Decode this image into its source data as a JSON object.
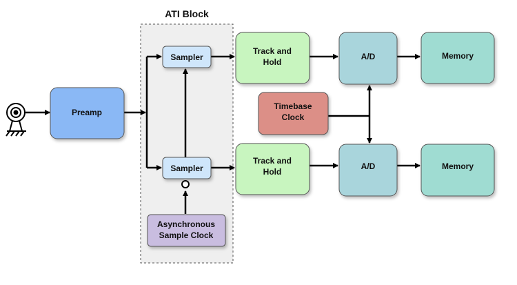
{
  "diagram": {
    "ati_block": {
      "title": "ATI Block"
    },
    "blocks": {
      "preamp": {
        "label": "Preamp",
        "color": "#8ab8f5"
      },
      "sampler_top": {
        "label": "Sampler",
        "color": "#cfe6fb"
      },
      "sampler_bottom": {
        "label": "Sampler",
        "color": "#cfe6fb"
      },
      "async_clock": {
        "line1": "Asynchronous",
        "line2": "Sample Clock",
        "color": "#c9bde0"
      },
      "track_hold_top": {
        "line1": "Track and",
        "line2": "Hold",
        "color": "#c8f5bf"
      },
      "track_hold_bottom": {
        "line1": "Track and",
        "line2": "Hold",
        "color": "#c8f5bf"
      },
      "timebase_clock": {
        "line1": "Timebase",
        "line2": "Clock",
        "color": "#dc8f87"
      },
      "ad_top": {
        "label": "A/D",
        "color": "#a9d5dc"
      },
      "ad_bottom": {
        "label": "A/D",
        "color": "#a9d5dc"
      },
      "memory_top": {
        "label": "Memory",
        "color": "#9fdcd2"
      },
      "memory_bottom": {
        "label": "Memory",
        "color": "#9fdcd2"
      }
    },
    "icons": {
      "antenna": "antenna-icon"
    }
  }
}
